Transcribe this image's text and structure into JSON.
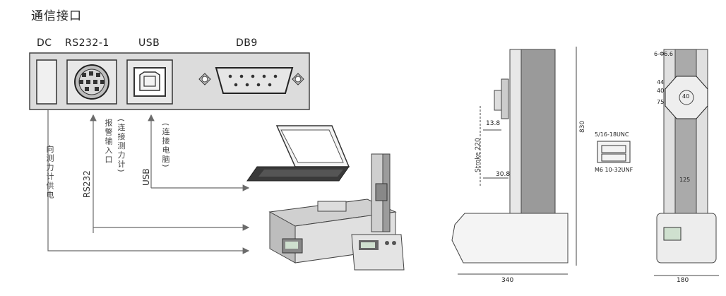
{
  "title": "通信接口",
  "ports": {
    "dc": "DC",
    "rs232_1": "RS232-1",
    "usb": "USB",
    "db9": "DB9"
  },
  "connections": {
    "power": "向测力计供电",
    "rs232": "RS232",
    "alarm_line1": "报警输入口",
    "alarm_line2": "(连接测力计)",
    "usb": "USB",
    "usb_pc": "(连接电脑)"
  },
  "dimensions": {
    "front_height": "830",
    "stroke": "Stroke 220",
    "offset_top": "13.8",
    "offset_mid": "30.8",
    "base_width_front": "340",
    "side_top": "6-Φ6.6",
    "side_d1": "44",
    "side_d2": "40",
    "side_d3": "75",
    "side_center": "40",
    "side_width_mid": "125",
    "side_base_width": "180",
    "insert_top": "5/16-18UNC",
    "insert_bottom": "M6  10-32UNF"
  },
  "colors": {
    "panel": "#d9d9d9",
    "line": "#555555",
    "arrow": "#6b6b6b"
  }
}
